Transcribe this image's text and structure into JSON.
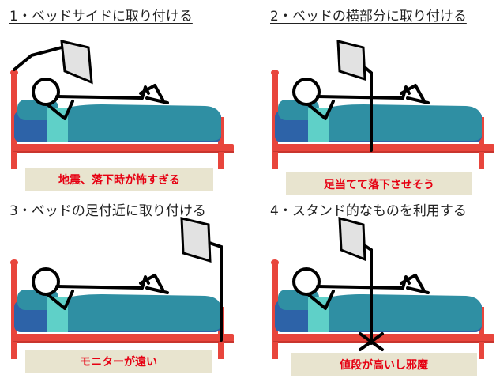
{
  "colors": {
    "bed_frame": "#e8453c",
    "bed_frame_dark": "#c9352e",
    "mattress": "#2f8fa3",
    "blanket": "#3aa6b7",
    "base": "#2d63a8",
    "pillow": "#5fd0c8",
    "note_bg": "#e8e4cf",
    "note_text": "#e60012"
  },
  "panels": [
    {
      "title": "1・ベッドサイドに取り付ける",
      "note": "地震、落下時が怖すぎる"
    },
    {
      "title": "2・ベッドの横部分に取り付ける",
      "note": "足当てて落下させそう"
    },
    {
      "title": "3・ベッドの足付近に取り付ける",
      "note": "モニターが遠い"
    },
    {
      "title": "4・スタンド的なものを利用する",
      "note": "値段が高いし邪魔"
    }
  ]
}
